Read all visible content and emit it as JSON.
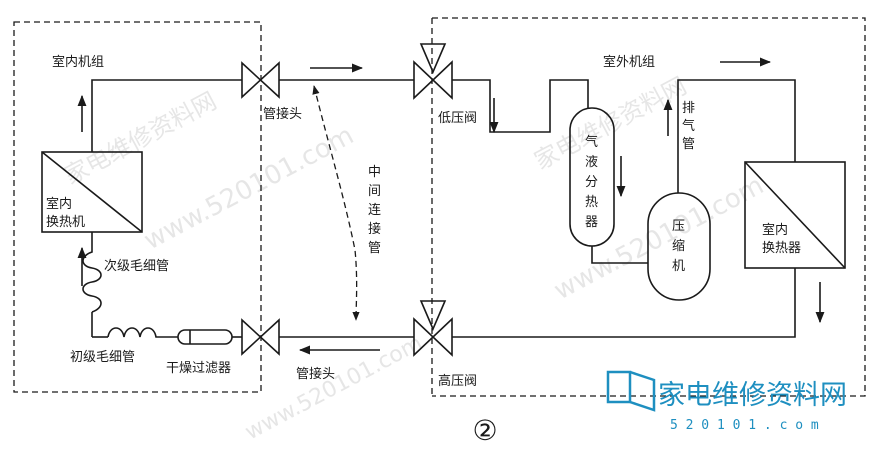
{
  "labels": {
    "indoor_unit": "室内机组",
    "outdoor_unit": "室外机组",
    "pipe_joint_top": "管接头",
    "pipe_joint_bottom": "管接头",
    "low_pressure_valve": "低压阀",
    "high_pressure_valve": "高压阀",
    "connecting_pipe": [
      "中",
      "间",
      "连",
      "接",
      "管"
    ],
    "gas_liquid_separator": [
      "气",
      "液",
      "分",
      "热",
      "器"
    ],
    "compressor": [
      "压",
      "缩",
      "机"
    ],
    "discharge_pipe": [
      "排",
      "气",
      "管"
    ],
    "indoor_hx_left": [
      "室内",
      "换热机"
    ],
    "indoor_hx_right": [
      "室内",
      "换热器"
    ],
    "secondary_capillary": "次级毛细管",
    "primary_capillary": "初级毛细管",
    "dryer_filter": "干燥过滤器",
    "figure_number": "②"
  },
  "watermark": {
    "logo_text": "家电维修资料网",
    "url_text": "5 2 0 1 0 1 . c o m",
    "diagonal_text": "www.520101.com"
  },
  "colors": {
    "line": "#1a1a1a",
    "watermark_logo": "#1e8fc0",
    "watermark_logo_red": "#d64a4a"
  }
}
